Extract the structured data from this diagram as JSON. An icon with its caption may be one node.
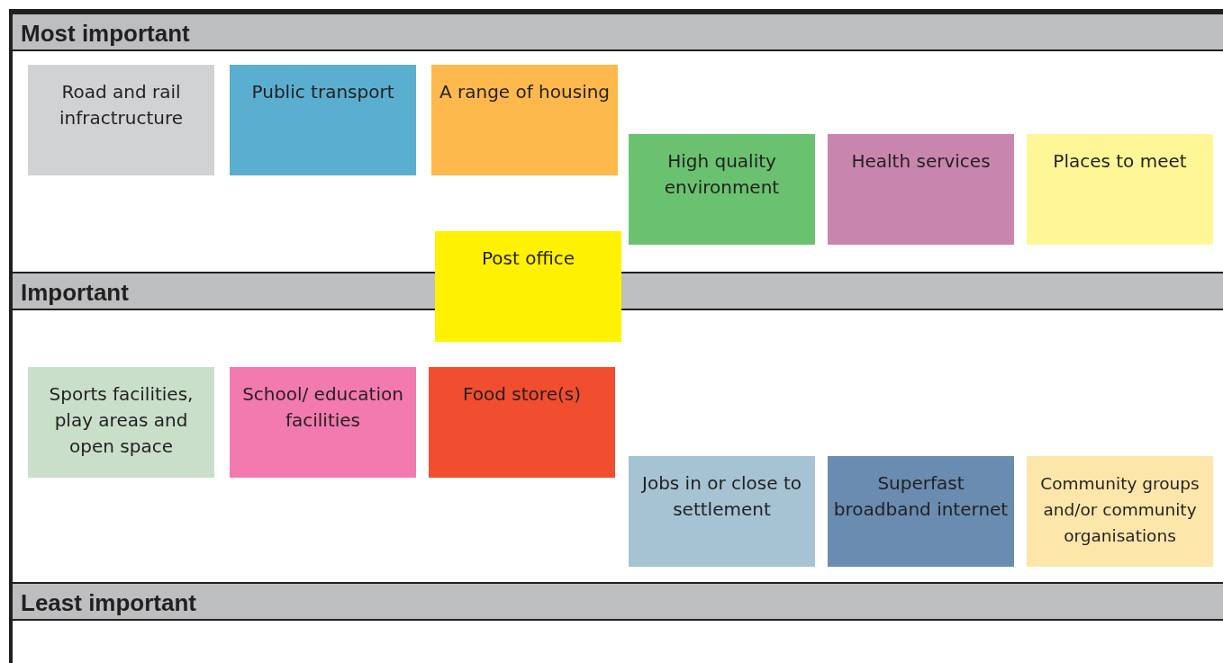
{
  "diagram": {
    "nodes": [
      {
        "text": [
          "Most important"
        ]
      },
      {
        "text": [
          "Road and rail infractructure"
        ]
      },
      {
        "text": [
          "Public transport"
        ]
      },
      {
        "text": [
          "A range of housing"
        ]
      },
      {
        "text": [
          "High quality environment"
        ]
      },
      {
        "text": [
          "Health services"
        ]
      },
      {
        "text": [
          "Places to meet"
        ]
      },
      {
        "text": [
          "Post office"
        ]
      },
      {
        "text": [
          "Important"
        ]
      },
      {
        "text": [
          "Sports facilities, play areas and open space"
        ]
      },
      {
        "text": [
          "School/ education facilities"
        ]
      },
      {
        "text": [
          "Food store(s)"
        ]
      },
      {
        "text": [
          "Jobs in or close to settlement"
        ]
      },
      {
        "text": [
          "Superfast broadband internet"
        ]
      },
      {
        "text": [
          "Community groups and/or community organisations"
        ]
      },
      {
        "text": [
          "Least important"
        ]
      }
    ]
  }
}
